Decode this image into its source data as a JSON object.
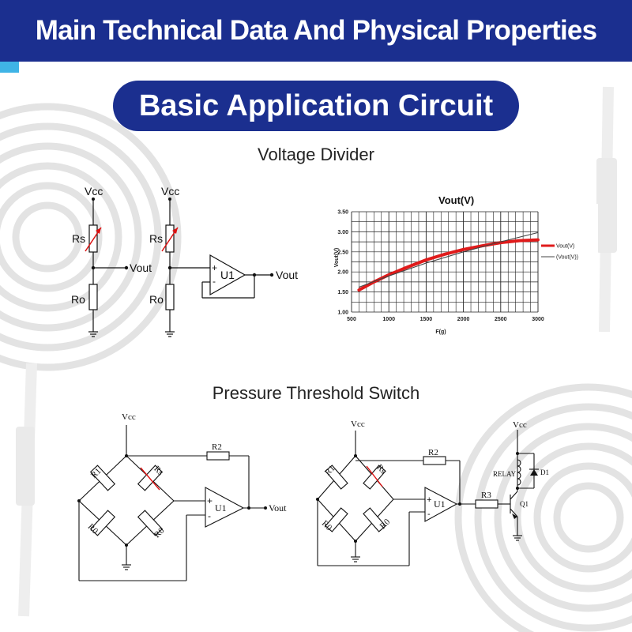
{
  "header": {
    "title": "Main Technical Data And Physical Properties"
  },
  "section_pill": {
    "label": "Basic Application Circuit"
  },
  "voltage_divider": {
    "title": "Voltage Divider",
    "circuit_a": {
      "vcc": "Vcc",
      "rs": "Rs",
      "ro": "Ro",
      "vout": "Vout"
    },
    "circuit_b": {
      "vcc": "Vcc",
      "rs": "Rs",
      "ro": "Ro",
      "u1": "U1",
      "vout": "Vout",
      "plus": "+",
      "minus": "-"
    }
  },
  "pressure_switch": {
    "title": "Pressure Threshold Switch",
    "circuit_a": {
      "vcc": "Vcc",
      "r1": "R1",
      "rs": "Rs",
      "r0a": "R0",
      "r0b": "R0",
      "r2": "R2",
      "u1": "U1",
      "vout": "Vout",
      "plus": "+",
      "minus": "-"
    },
    "circuit_b": {
      "vcc": "Vcc",
      "r1": "R1",
      "rs": "Rs",
      "r0a": "R0",
      "r0b": "R0",
      "r2": "R2",
      "u1": "U1",
      "r3": "R3",
      "vcc2": "Vcc",
      "relay": "RELAY",
      "d1": "D1",
      "q1": "Q1",
      "plus": "+",
      "minus": "-"
    }
  },
  "chart_data": {
    "type": "line",
    "title": "Vout(V)",
    "xlabel": "F(g)",
    "ylabel": "Vout(V)",
    "xlim": [
      500,
      3000
    ],
    "ylim": [
      1.0,
      3.5
    ],
    "xticks": [
      "500",
      "1000",
      "1500",
      "2000",
      "2500",
      "3000"
    ],
    "yticks": [
      "1.00",
      "1.50",
      "2.00",
      "2.50",
      "3.00",
      "3.50"
    ],
    "grid": true,
    "legend": "right",
    "series": [
      {
        "name": "Vout(V)",
        "color": "#e01b1b",
        "x": [
          600,
          800,
          1000,
          1250,
          1500,
          1750,
          2000,
          2250,
          2500,
          2750,
          3000
        ],
        "y": [
          1.55,
          1.75,
          1.93,
          2.12,
          2.3,
          2.44,
          2.56,
          2.65,
          2.73,
          2.78,
          2.8
        ]
      },
      {
        "name": "(Vout(V))",
        "color": "#444444",
        "x": [
          600,
          1000,
          1500,
          2000,
          2500,
          3000
        ],
        "y": [
          1.62,
          1.9,
          2.22,
          2.5,
          2.75,
          2.98
        ]
      }
    ]
  }
}
